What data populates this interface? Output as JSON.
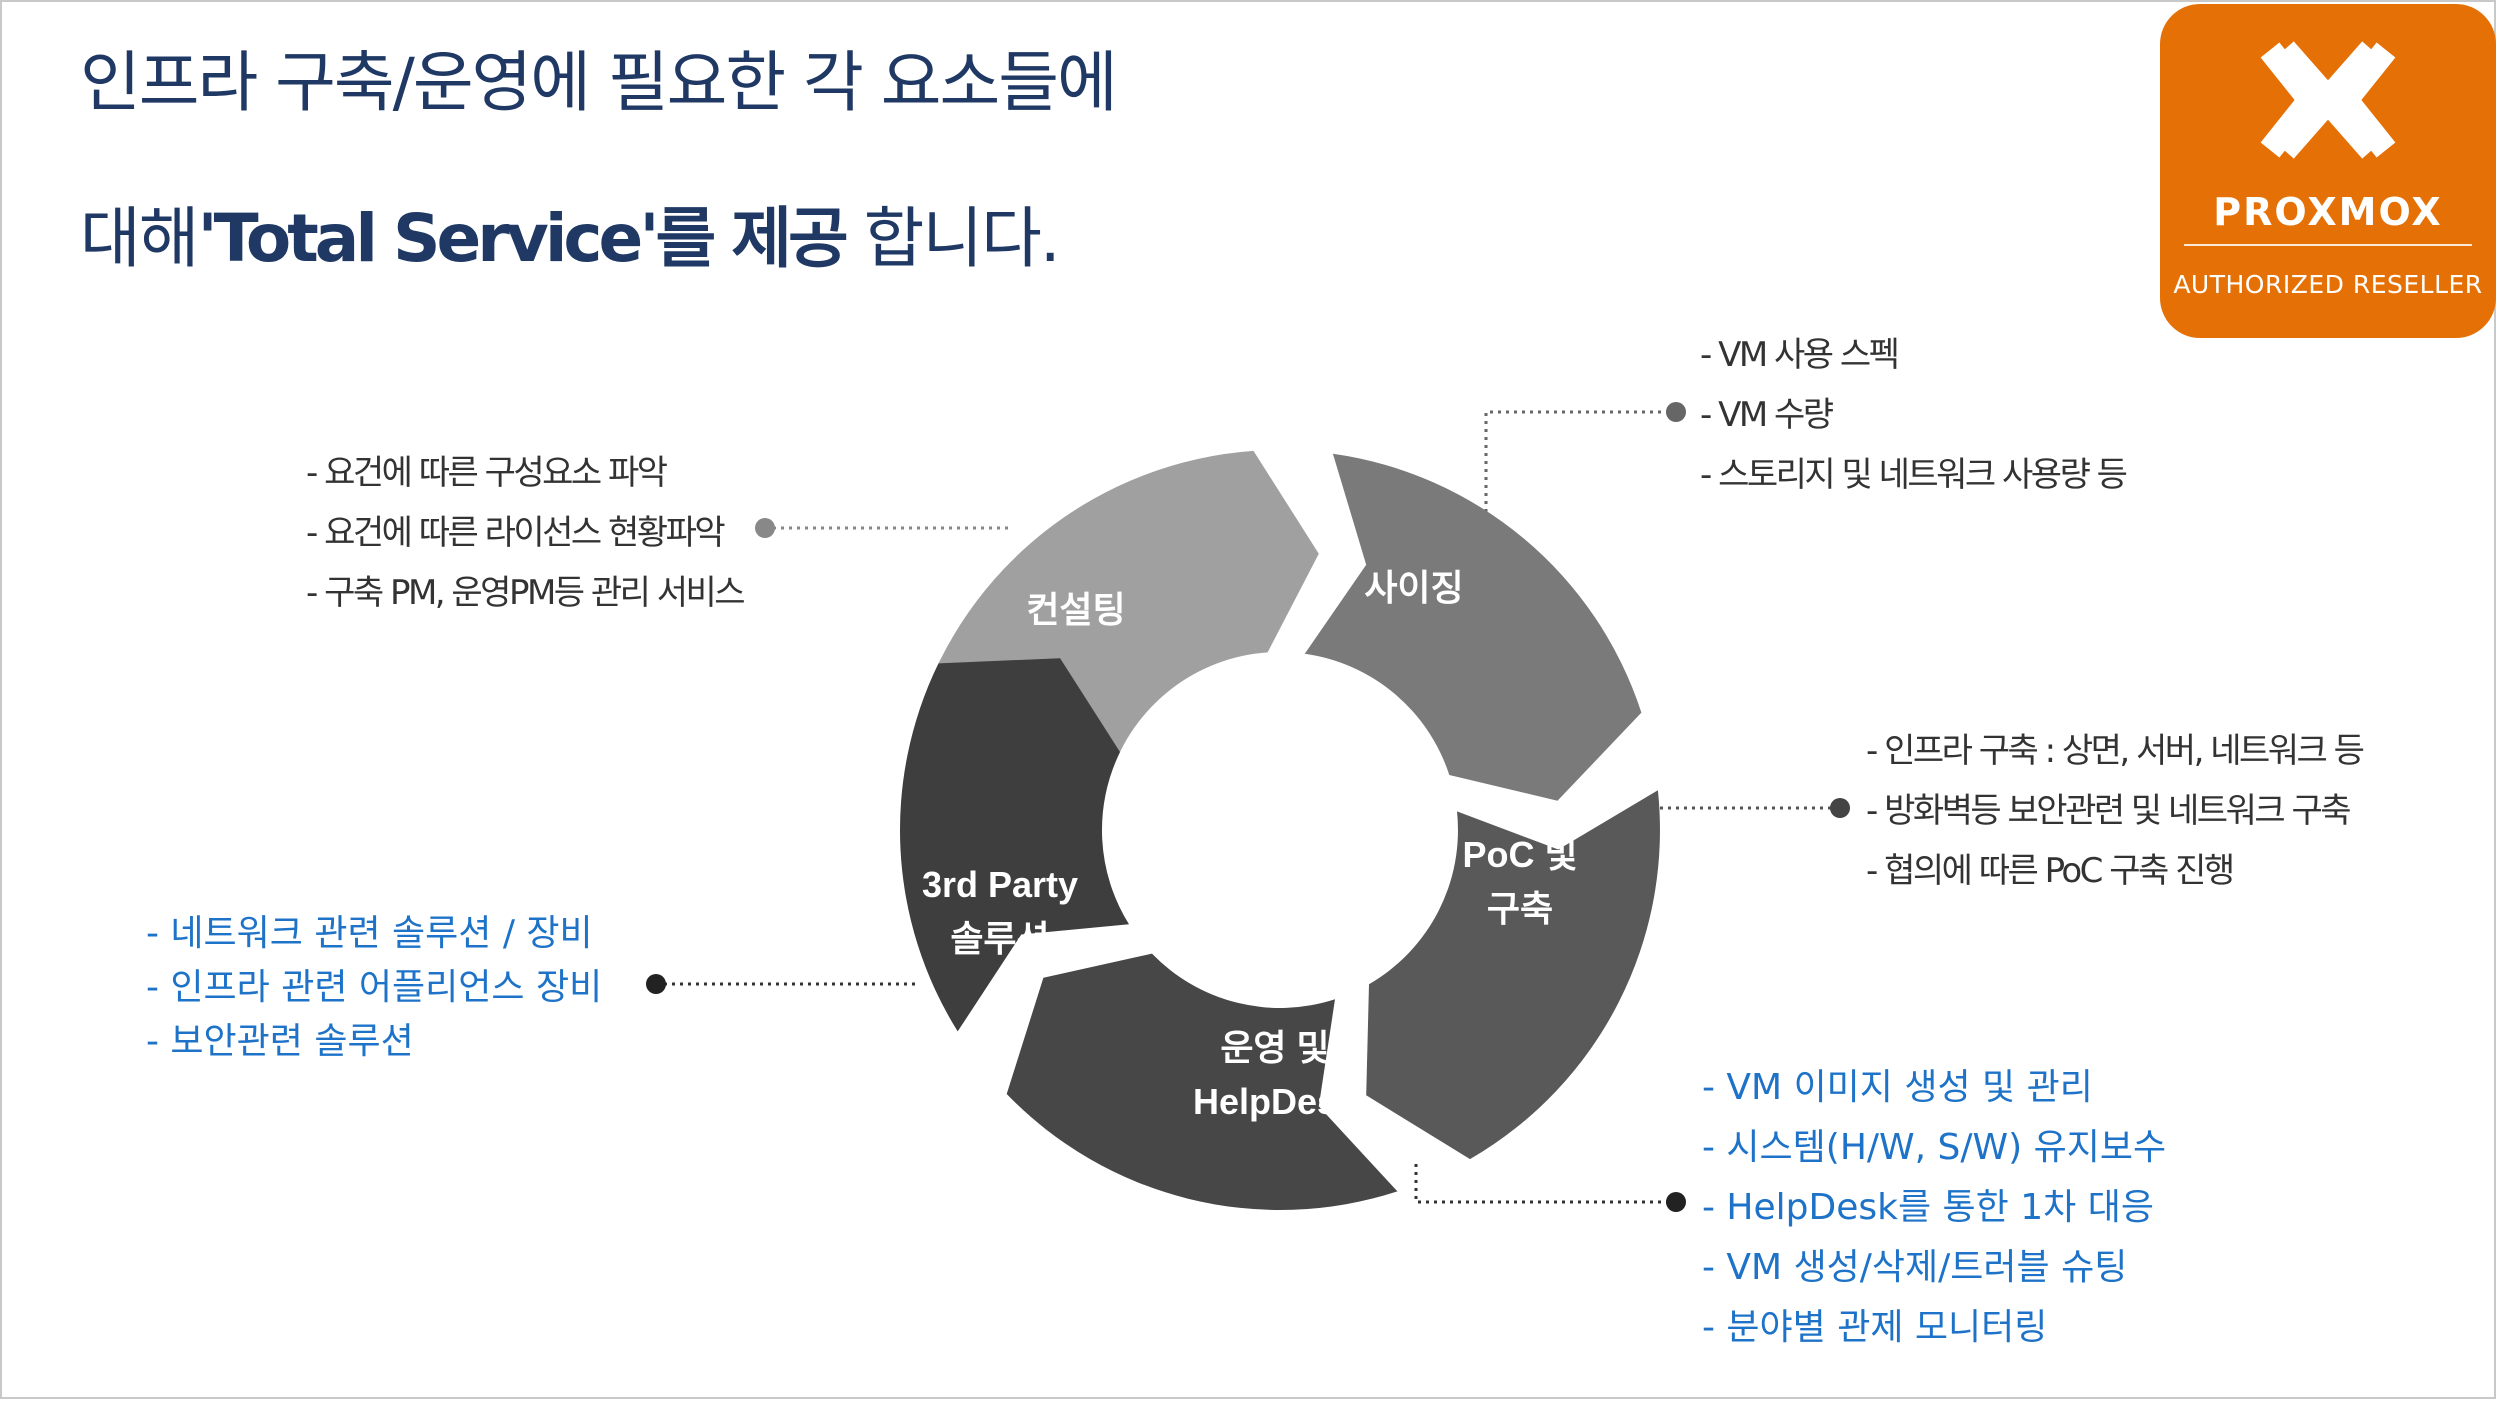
{
  "title": {
    "line1": "인프라 구축/운영에 필요한 각 요소들에",
    "line2_prefix": "대해",
    "line2_bold": "'Total Service'를 제공",
    "line2_suffix": " 합니다."
  },
  "logo": {
    "name": "PROXMOX",
    "subtitle": "AUTHORIZED RESELLER",
    "color": "#e57106"
  },
  "cycle": {
    "segments": [
      {
        "id": "consulting",
        "lines": [
          "컨설팅"
        ],
        "color": "#a0a0a0"
      },
      {
        "id": "sizing",
        "lines": [
          "사이징"
        ],
        "color": "#7a7a7a"
      },
      {
        "id": "poc",
        "lines": [
          "PoC 및",
          "구축"
        ],
        "color": "#595959"
      },
      {
        "id": "operation",
        "lines": [
          "운영 및",
          "HelpDesk"
        ],
        "color": "#474747"
      },
      {
        "id": "thirdparty",
        "lines": [
          "3rd Party",
          "솔루션"
        ],
        "color": "#3e3e3e"
      }
    ]
  },
  "notes": {
    "consulting": [
      "- 요건에 따른 구성요소 파악",
      "- 요건에 따른 라이선스 현황파악",
      "- 구축 PM, 운영PM등 관리 서비스"
    ],
    "sizing": [
      "- VM 사용 스펙",
      "- VM 수량",
      "- 스토리지 및 네트워크 사용량 등"
    ],
    "poc": [
      "- 인프라 구축 : 상면, 서버, 네트워크 등",
      "- 방화벽등 보안관련 및 네트워크 구축",
      "- 협의에 따른 PoC 구축 진행"
    ],
    "thirdparty": [
      "- 네트워크 관련 솔루션 / 장비",
      "- 인프라 관련 어플리언스 장비",
      "- 보안관련 솔루션"
    ],
    "operation": [
      "- VM 이미지 생성 및 관리",
      "- 시스템(H/W, S/W) 유지보수",
      "- HelpDesk를 통한 1차 대응",
      "- VM 생성/삭제/트러블 슈팅",
      "- 분야별 관제 모니터링"
    ]
  }
}
